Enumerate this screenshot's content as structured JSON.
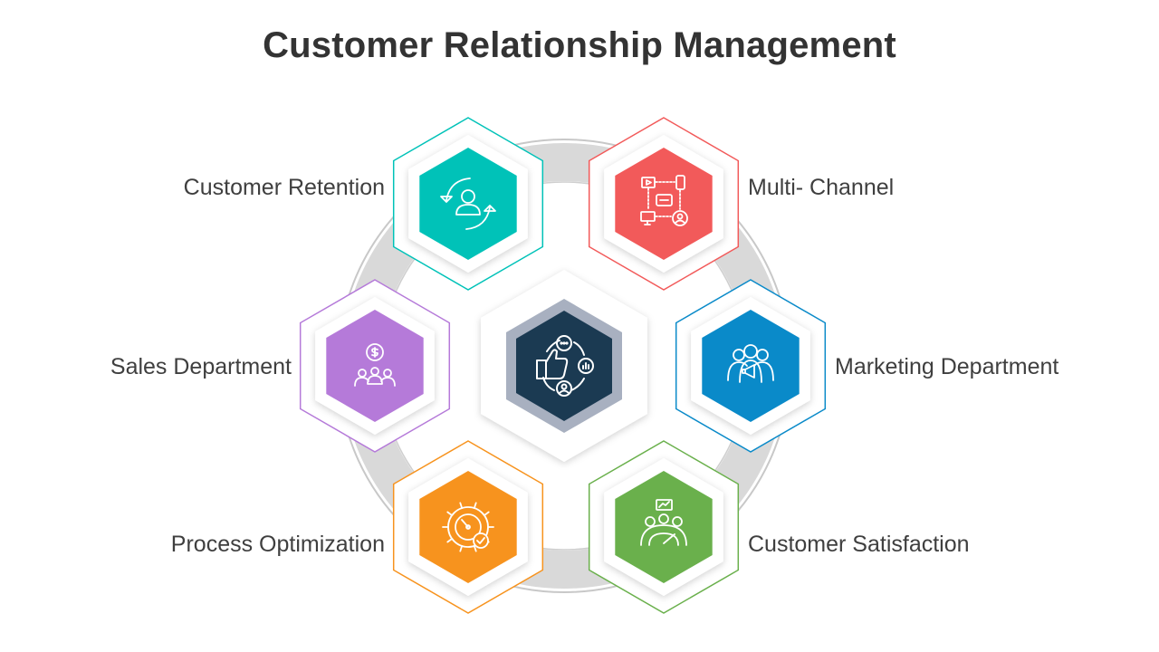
{
  "title": "Customer Relationship Management",
  "center": {
    "icon": "crm-feedback-icon",
    "color": "#1b3a52"
  },
  "nodes": [
    {
      "label": "Customer Retention",
      "icon": "customer-retention-icon",
      "color": "#00c2b8"
    },
    {
      "label": "Multi- Channel",
      "icon": "multi-channel-icon",
      "color": "#f25a5a"
    },
    {
      "label": "Sales Department",
      "icon": "sales-team-icon",
      "color": "#b57ad9"
    },
    {
      "label": "Marketing Department",
      "icon": "marketing-team-icon",
      "color": "#0a8ac9"
    },
    {
      "label": "Process Optimization",
      "icon": "gear-gauge-icon",
      "color": "#f7931e"
    },
    {
      "label": "Customer Satisfaction",
      "icon": "satisfaction-meter-icon",
      "color": "#6ab04c"
    }
  ]
}
